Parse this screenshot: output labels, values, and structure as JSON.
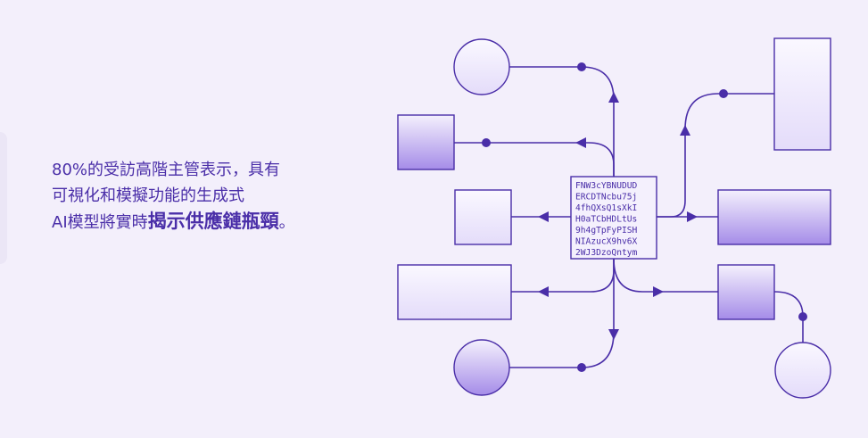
{
  "headline": {
    "line1": "80%的受訪高階主管表示，具有",
    "line2": "可視化和模擬功能的生成式",
    "line3_prefix": "AI模型將實時",
    "line3_emphasis": "揭示供應鏈瓶頸",
    "line3_suffix": "。"
  },
  "hub": {
    "code_lines": [
      "FNW3cYBNUDUD",
      "ERCDTNcbu75j",
      "4fhQXsQ1sXkI",
      "H0aTCbHDLtUs",
      "9h4gTpFyPISH",
      "NIAzucX9hv6X",
      "2WJ3DzoQntym"
    ]
  },
  "colors": {
    "background": "#f3effb",
    "accent": "#4a2ea8",
    "node_fill_light": "#f4f0fd",
    "node_fill_dark": "#a58ce8"
  }
}
